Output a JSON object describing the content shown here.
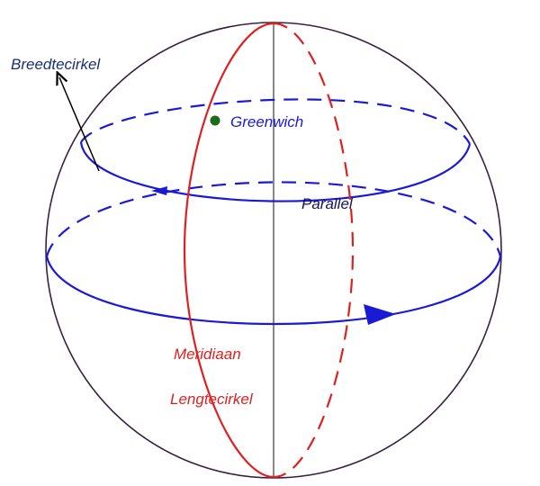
{
  "labels": {
    "breedtecirkel": "Breedtecirkel",
    "greenwich": "Greenwich",
    "parallel": "Parallel",
    "meridiaan": "Meridiaan",
    "lengtecirkel": "Lengtecirkel"
  },
  "colors": {
    "sphere_outline": "#3a1f3f",
    "axis": "#555555",
    "parallel_circles": "#1a1ad6",
    "meridian": "#e02020",
    "greenwich_point": "#1a6b1a",
    "label_dark_blue": "#1a2f7a",
    "label_blue": "#1a1ad6",
    "label_navy": "#14145a",
    "label_red": "#e02020",
    "arrow": "#000000"
  }
}
